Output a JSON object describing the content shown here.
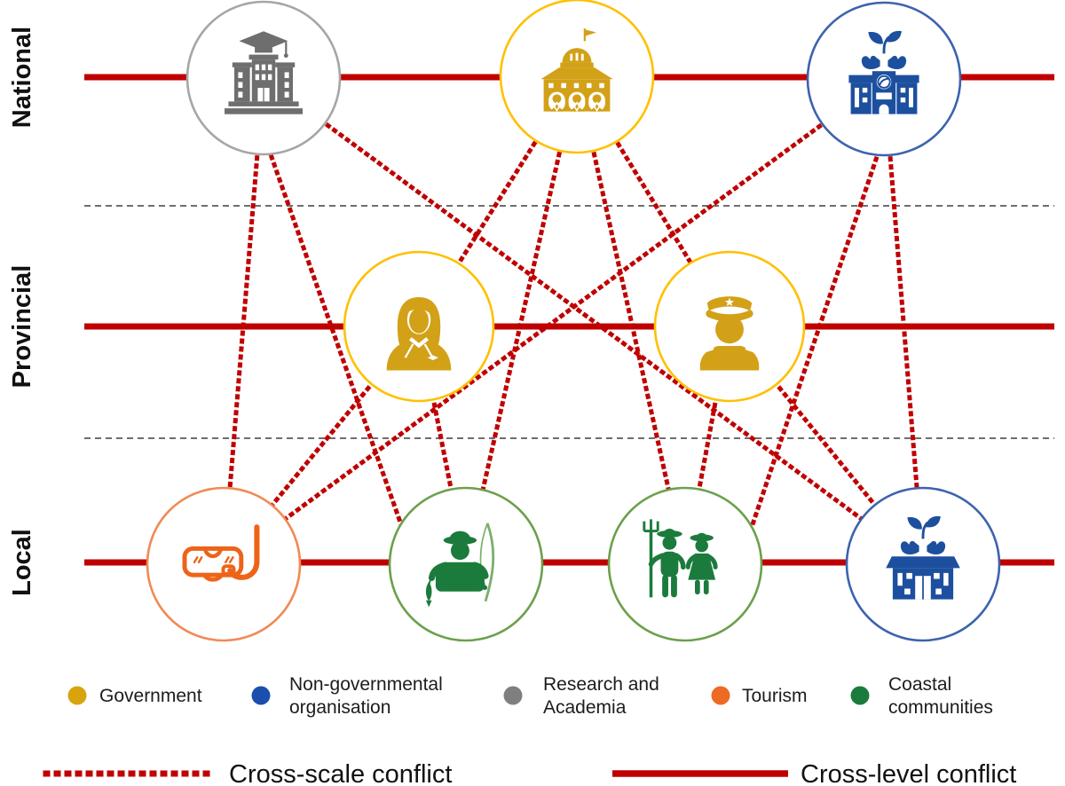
{
  "figure": {
    "type": "governance-conflict-diagram",
    "background": "#ffffff"
  },
  "levels": [
    {
      "id": "national",
      "label": "National"
    },
    {
      "id": "provincial",
      "label": "Provincial"
    },
    {
      "id": "local",
      "label": "Local"
    }
  ],
  "sectors": {
    "government": {
      "label": "Government",
      "color": "#D8A40D"
    },
    "ngo": {
      "label": "Non-governmental organisation",
      "color": "#1A4FAE"
    },
    "research": {
      "label": "Research and Academia",
      "color": "#7F7F7F"
    },
    "tourism": {
      "label": "Tourism",
      "color": "#ED6A24"
    },
    "coastal": {
      "label": "Coastal communities",
      "color": "#1B7B3C"
    }
  },
  "nodes": [
    {
      "id": "national-academia",
      "level": "national",
      "sector": "research",
      "icon": "university-graduation-icon"
    },
    {
      "id": "national-government",
      "level": "national",
      "sector": "government",
      "icon": "government-building-icon"
    },
    {
      "id": "national-ngo",
      "level": "national",
      "sector": "ngo",
      "icon": "ngo-building-icon"
    },
    {
      "id": "provincial-government-civil",
      "level": "provincial",
      "sector": "government",
      "icon": "businesswoman-icon"
    },
    {
      "id": "provincial-government-enforcement",
      "level": "provincial",
      "sector": "government",
      "icon": "police-officer-icon"
    },
    {
      "id": "local-tourism",
      "level": "local",
      "sector": "tourism",
      "icon": "snorkel-mask-icon"
    },
    {
      "id": "local-fishers",
      "level": "local",
      "sector": "coastal",
      "icon": "fisher-icon"
    },
    {
      "id": "local-farmers",
      "level": "local",
      "sector": "coastal",
      "icon": "farmer-couple-icon"
    },
    {
      "id": "local-ngo",
      "level": "local",
      "sector": "ngo",
      "icon": "ngo-house-icon"
    }
  ],
  "conflicts": {
    "cross_level": [
      "national",
      "provincial",
      "local"
    ],
    "cross_scale": [
      {
        "from": "national-academia",
        "to": "local-tourism"
      },
      {
        "from": "national-academia",
        "to": "local-fishers"
      },
      {
        "from": "national-academia",
        "to": "local-ngo"
      },
      {
        "from": "national-government",
        "to": "provincial-government-civil"
      },
      {
        "from": "national-government",
        "to": "provincial-government-enforcement"
      },
      {
        "from": "national-government",
        "to": "local-fishers"
      },
      {
        "from": "national-government",
        "to": "local-farmers"
      },
      {
        "from": "national-ngo",
        "to": "local-tourism"
      },
      {
        "from": "national-ngo",
        "to": "local-farmers"
      },
      {
        "from": "national-ngo",
        "to": "local-ngo"
      },
      {
        "from": "provincial-government-civil",
        "to": "local-tourism"
      },
      {
        "from": "provincial-government-civil",
        "to": "local-fishers"
      },
      {
        "from": "provincial-government-enforcement",
        "to": "local-farmers"
      },
      {
        "from": "provincial-government-enforcement",
        "to": "local-ngo"
      }
    ]
  },
  "legend": {
    "items": [
      {
        "sector": "government",
        "line1": "Government",
        "line2": ""
      },
      {
        "sector": "ngo",
        "line1": "Non-governmental",
        "line2": "organisation"
      },
      {
        "sector": "research",
        "line1": "Research and",
        "line2": "Academia"
      },
      {
        "sector": "tourism",
        "line1": "Tourism",
        "line2": ""
      },
      {
        "sector": "coastal",
        "line1": "Coastal",
        "line2": "communities"
      }
    ]
  },
  "line_legend": [
    {
      "style": "dotted",
      "label": "Cross-scale conflict"
    },
    {
      "style": "solid",
      "label": "Cross-level conflict"
    }
  ],
  "colors": {
    "conflict_red": "#C00000",
    "separator": "#3F3F3F",
    "label_text": "#111111"
  }
}
